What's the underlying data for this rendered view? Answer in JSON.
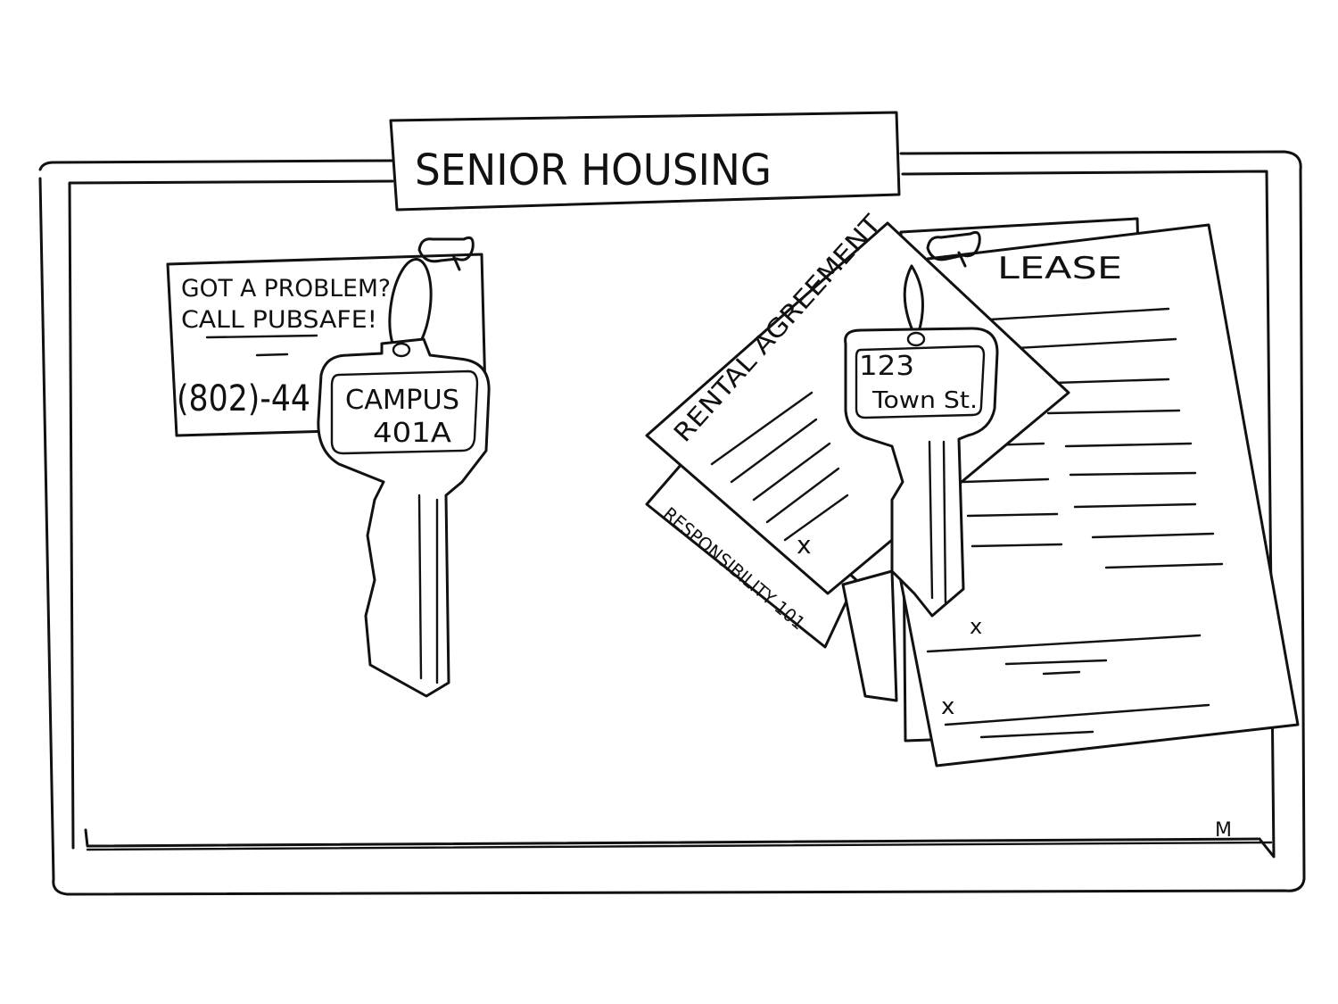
{
  "title": "SENIOR HOUSING",
  "note": {
    "line1": "GOT A PROBLEM?",
    "line2": "CALL PUBSAFE!",
    "phone": "(802)-44"
  },
  "campus_key": {
    "line1": "CAMPUS",
    "line2": "401A"
  },
  "town_key": {
    "line1": "123",
    "line2": "Town St."
  },
  "documents": {
    "lease": "LEASE",
    "rental_agreement": "RENTAL AGREEMENT",
    "responsibility": "RESPONSIBILITY 101",
    "signature_mark": "x"
  },
  "artist_initials": "M"
}
